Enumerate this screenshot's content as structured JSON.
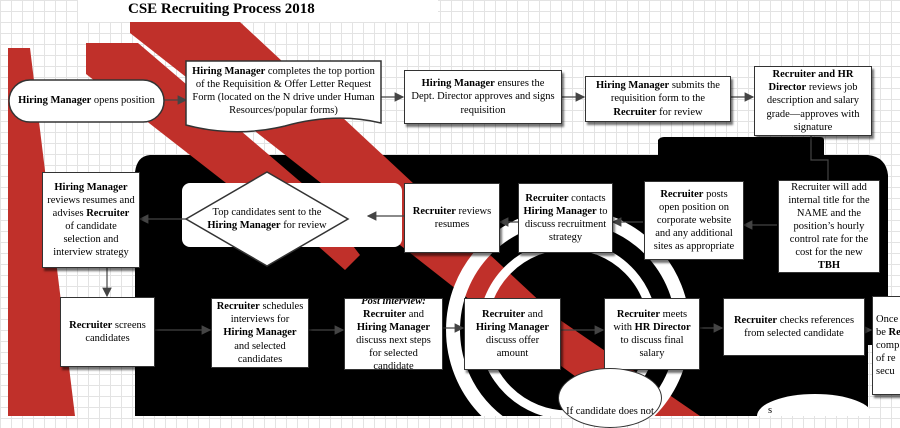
{
  "title": "CSE Recruiting Process 2018",
  "colors": {
    "red": "#c0302a",
    "black": "#000000",
    "box_border": "#333333",
    "arrow": "#444444"
  },
  "nodes": {
    "open_position": "<b>Hiring Manager</b> opens position",
    "complete_form": "<b>Hiring Manager</b> completes the top portion of the Requisition &amp; Offer Letter Request Form (located on the N drive under Human Resources/popular forms)",
    "dept_approval": "<b>Hiring Manager</b> ensures the Dept. Director approves and signs requisition",
    "submit_form": "<b>Hiring Manager</b> submits the requisition form to the <b>Recruiter</b> for review",
    "hr_review": "<b>Recruiter and HR Director</b> reviews job description and salary grade—approves with signature",
    "add_title": "Recruiter will add internal title for the NAME and the position’s hourly control rate for the cost for the new <b>TBH</b>",
    "post_position": "<b>Recruiter</b> posts open position on corporate website and any additional sites as appropriate",
    "contact_hm": "<b>Recruiter</b> contacts <b>Hiring Manager</b> to discuss recruitment strategy",
    "review_resumes": "<b>Recruiter</b> reviews resumes",
    "top_candidates": "Top candidates sent to the <b>Hiring Manager</b> for review",
    "hm_advise": "<b>Hiring Manager</b> reviews resumes and advises <b>Recruiter</b> of candidate selection and interview strategy",
    "screen": "<b>Recruiter</b> screens candidates",
    "schedule": "<b>Recruiter</b> schedules interviews for <b>Hiring Manager</b> and selected candidates",
    "post_interview": "<b><i>Post interview:</i> Recruiter</b> and <b>Hiring Manager</b> discuss next steps for selected candidate",
    "offer_amount": "<b>Recruiter</b> and <b>Hiring Manager</b> discuss offer amount",
    "final_salary": "<b>Recruiter</b> meets with <b>HR Director</b> to discuss final salary",
    "references": "<b>Recruiter</b> checks references from selected candidate",
    "once_partial": "Once o be <b>Re</b> comp of re secu",
    "not_partial": "If candidate does not",
    "bottom_partial": "s"
  }
}
